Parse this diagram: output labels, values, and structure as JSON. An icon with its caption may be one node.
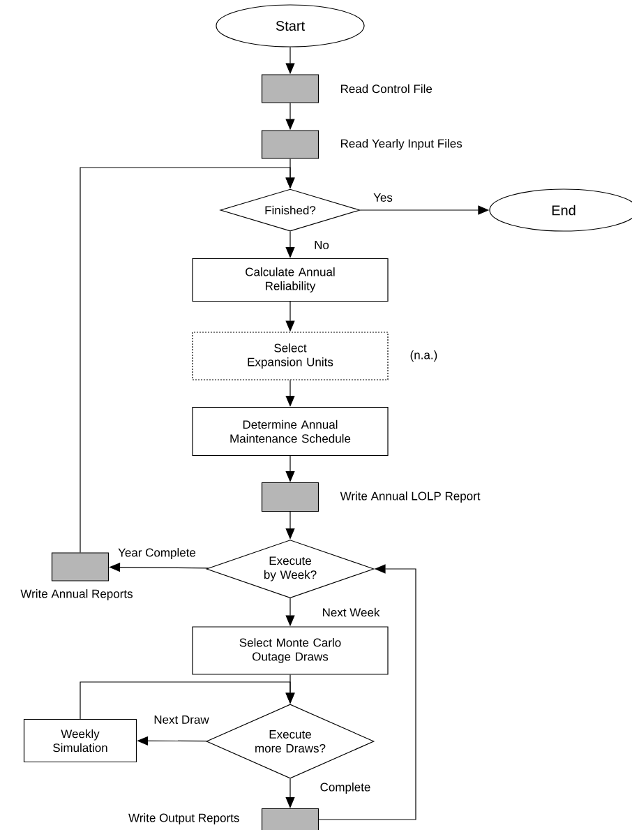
{
  "diagram": {
    "nodes": [
      {
        "text": [
          "Start"
        ]
      },
      {
        "text": [],
        "shape": "box",
        "beside": [
          "Read Control File"
        ]
      },
      {
        "text": [],
        "shape": "box",
        "beside": [
          "Read Yearly Input Files"
        ]
      },
      {
        "text": [
          "Finished?"
        ]
      },
      {
        "text": [
          "End"
        ]
      },
      {
        "text": [
          "Calculate Annual Reliability"
        ]
      },
      {
        "text": [
          "Select Expansion Units"
        ],
        "beside": [
          "(n.a.)"
        ]
      },
      {
        "text": [
          "Determine Annual Maintenance Schedule"
        ]
      },
      {
        "text": [],
        "shape": "box",
        "beside": [
          "Write Annual LOLP Report"
        ]
      },
      {
        "text": [
          "Execute by Week?"
        ]
      },
      {
        "text": [],
        "shape": "box",
        "beside": [
          "Write Annual Reports"
        ]
      },
      {
        "text": [
          "Select Monte Carlo Outage Draws"
        ]
      },
      {
        "text": [
          "Execute more Draws?"
        ]
      },
      {
        "text": [
          "Weekly Simulation"
        ]
      },
      {
        "text": [],
        "shape": "box",
        "beside": [
          "Write Output Reports"
        ]
      }
    ],
    "edges": [
      {
        "from": 0,
        "to": 1,
        "arrow": "to"
      },
      {
        "from": 1,
        "to": 2,
        "arrow": "to"
      },
      {
        "from": 2,
        "to": 3,
        "arrow": "to"
      },
      {
        "from": 3,
        "to": 4,
        "arrow": "to",
        "label": "Yes"
      },
      {
        "from": 3,
        "to": 5,
        "arrow": "to",
        "label": "No"
      },
      {
        "from": 5,
        "to": 6,
        "arrow": "to"
      },
      {
        "from": 6,
        "to": 7,
        "arrow": "to"
      },
      {
        "from": 7,
        "to": 8,
        "arrow": "to"
      },
      {
        "from": 8,
        "to": 9,
        "arrow": "to"
      },
      {
        "from": 9,
        "to": 10,
        "arrow": "to",
        "label": "Year Complete"
      },
      {
        "from": 10,
        "to": 3,
        "arrow": "to"
      },
      {
        "from": 9,
        "to": 11,
        "arrow": "to",
        "label": "Next Week"
      },
      {
        "from": 11,
        "to": 12,
        "arrow": "to"
      },
      {
        "from": 12,
        "to": 13,
        "arrow": "to",
        "label": "Next Draw"
      },
      {
        "from": 13,
        "to": 12,
        "arrow": "to"
      },
      {
        "from": 12,
        "to": 14,
        "arrow": "to",
        "label": "Complete"
      },
      {
        "from": 14,
        "to": 9,
        "arrow": "to"
      }
    ]
  }
}
